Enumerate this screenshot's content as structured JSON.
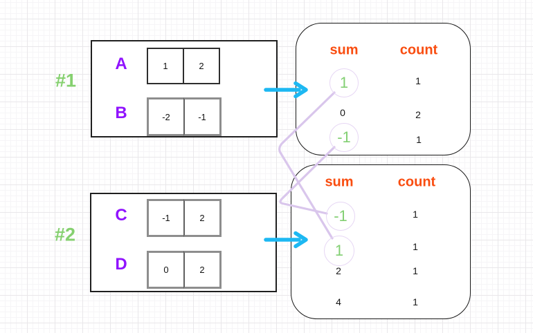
{
  "examples": [
    {
      "label": "#1",
      "arrays": [
        {
          "name": "A",
          "cells": [
            "1",
            "2"
          ]
        },
        {
          "name": "B",
          "cells": [
            "-2",
            "-1"
          ]
        }
      ]
    },
    {
      "label": "#2",
      "arrays": [
        {
          "name": "C",
          "cells": [
            "-1",
            "2"
          ]
        },
        {
          "name": "D",
          "cells": [
            "0",
            "2"
          ]
        }
      ]
    }
  ],
  "tables": [
    {
      "headers": {
        "sum": "sum",
        "count": "count"
      },
      "rows": [
        {
          "sum": "1",
          "count": "1",
          "highlighted": true
        },
        {
          "sum": "0",
          "count": "2",
          "highlighted": false
        },
        {
          "sum": "-1",
          "count": "1",
          "highlighted": true
        }
      ]
    },
    {
      "headers": {
        "sum": "sum",
        "count": "count"
      },
      "rows": [
        {
          "sum": "-1",
          "count": "1",
          "highlighted": true
        },
        {
          "sum": "1",
          "count": "1",
          "highlighted": true
        },
        {
          "sum": "2",
          "count": "1",
          "highlighted": false
        },
        {
          "sum": "4",
          "count": "1",
          "highlighted": false
        }
      ]
    }
  ],
  "icons": {
    "arrow_1": "arrow-right-icon",
    "arrow_2": "arrow-right-icon",
    "connector_1": "connector-line-sum-1",
    "connector_2": "connector-line-sum-minus-1"
  },
  "colors": {
    "label_green": "#85d06f",
    "sum_green": "#82cf72",
    "array_name_purple": "#9013fe",
    "header_orange": "#f94d10",
    "arrow_cyan": "#1db8f2",
    "connector_lavender": "#d9c6ec",
    "circle_lavender": "#e6d6f4",
    "box_border": "#1f1f1f",
    "cell_border_gray": "#8d8d8d"
  }
}
